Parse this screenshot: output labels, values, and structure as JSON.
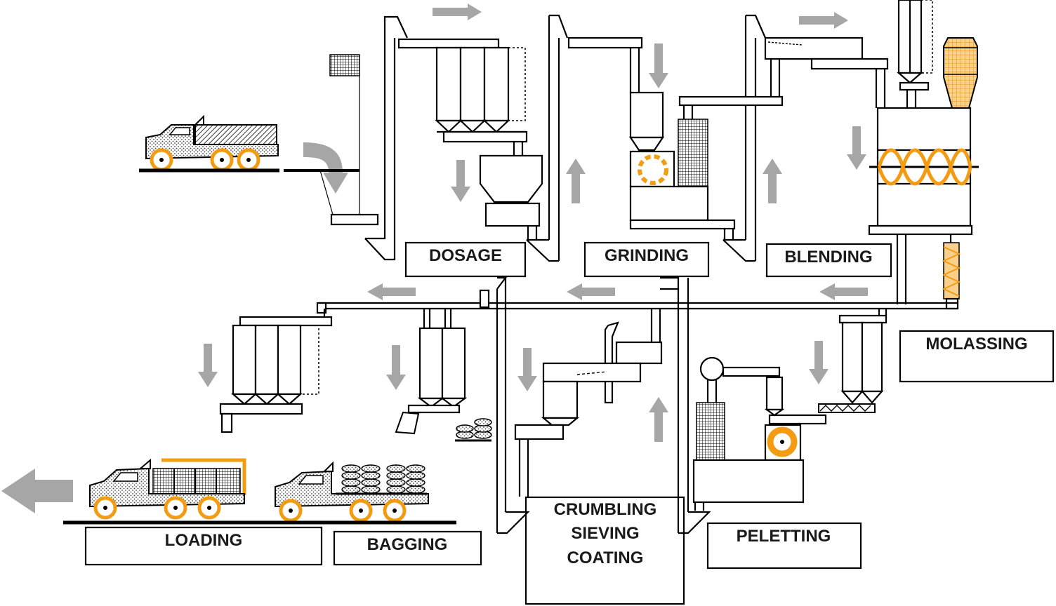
{
  "diagram": {
    "stages": {
      "dosage": "DOSAGE",
      "grinding": "GRINDING",
      "blending": "BLENDING",
      "molassing": "MOLASSING",
      "crumbling_line1": "CRUMBLING",
      "crumbling_line2": "SIEVING",
      "crumbling_line3": "COATING",
      "peletting": "PELETTING",
      "bagging": "BAGGING",
      "loading": "LOADING"
    }
  },
  "colors": {
    "accent": "#f39c12",
    "flow_arrow": "#a6a6a6",
    "line": "#000000",
    "background": "#ffffff"
  }
}
